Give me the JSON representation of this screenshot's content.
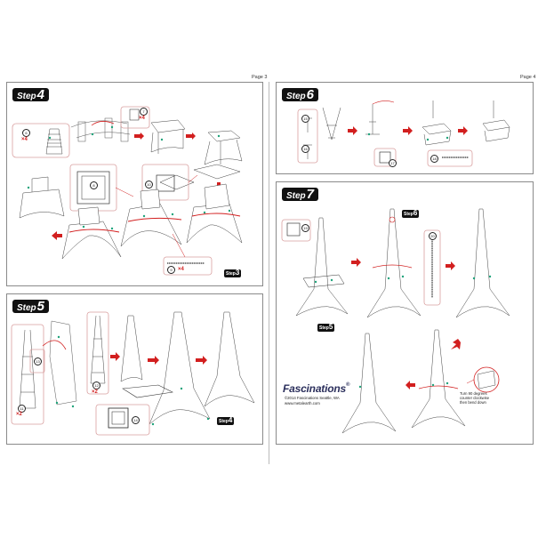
{
  "pages": {
    "left_label": "Page 3",
    "right_label": "Page 4"
  },
  "steps": [
    {
      "word": "Step",
      "number": "4"
    },
    {
      "word": "Step",
      "number": "5"
    },
    {
      "word": "Step",
      "number": "6"
    },
    {
      "word": "Step",
      "number": "7"
    }
  ],
  "refs": [
    {
      "word": "Step",
      "number": "3"
    },
    {
      "word": "Step",
      "number": "4"
    },
    {
      "word": "Step",
      "number": "6"
    },
    {
      "word": "Step",
      "number": "5"
    }
  ],
  "part_numbers": [
    "6",
    "7",
    "8",
    "9",
    "10",
    "11",
    "12",
    "13",
    "14",
    "15",
    "16",
    "17",
    "18",
    "19",
    "20"
  ],
  "quantities": [
    "×4",
    "×4",
    "×4",
    "×2",
    "×2"
  ],
  "brand": {
    "name": "Fascinations",
    "registered": "®"
  },
  "copyright": {
    "line1": "©2014 Fascinations Seattle, WA",
    "line2": "www.metalearth.com"
  },
  "note": "Turn 90 degrees counter clockwise then bend down",
  "colors": {
    "accent": "#d21f1f",
    "panel_border": "#8a8a8a",
    "tag_bg": "#111111",
    "pin": "#1fa37a"
  }
}
